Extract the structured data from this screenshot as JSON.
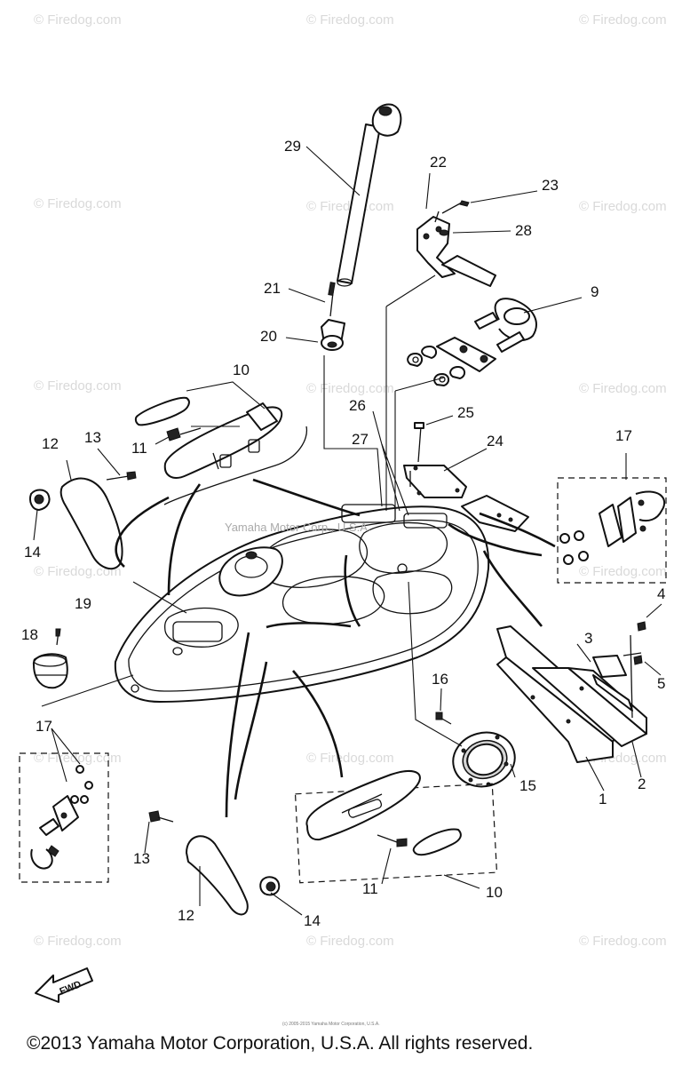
{
  "watermark": {
    "text": "© Firedog.com"
  },
  "hull_mark": {
    "text": "Yamaha Motor Corp., U.S.A."
  },
  "fwd_arrow": {
    "text": "FWD"
  },
  "fine_print": {
    "text": "(c) 2005-2015 Yamaha Motor Corporation, U.S.A."
  },
  "copyright": {
    "text": "©2013 Yamaha Motor Corporation, U.S.A. All rights reserved."
  },
  "part_numbers": {
    "p1": "1",
    "p2": "2",
    "p3": "3",
    "p4": "4",
    "p5": "5",
    "p9": "9",
    "p10a": "10",
    "p10b": "10",
    "p11a": "11",
    "p11b": "11",
    "p12a": "12",
    "p12b": "12",
    "p13a": "13",
    "p13b": "13",
    "p14a": "14",
    "p14b": "14",
    "p15": "15",
    "p16": "16",
    "p17a": "17",
    "p17b": "17",
    "p18": "18",
    "p19": "19",
    "p20": "20",
    "p21": "21",
    "p22": "22",
    "p23": "23",
    "p24": "24",
    "p25": "25",
    "p26": "26",
    "p27": "27",
    "p28": "28",
    "p29": "29"
  }
}
